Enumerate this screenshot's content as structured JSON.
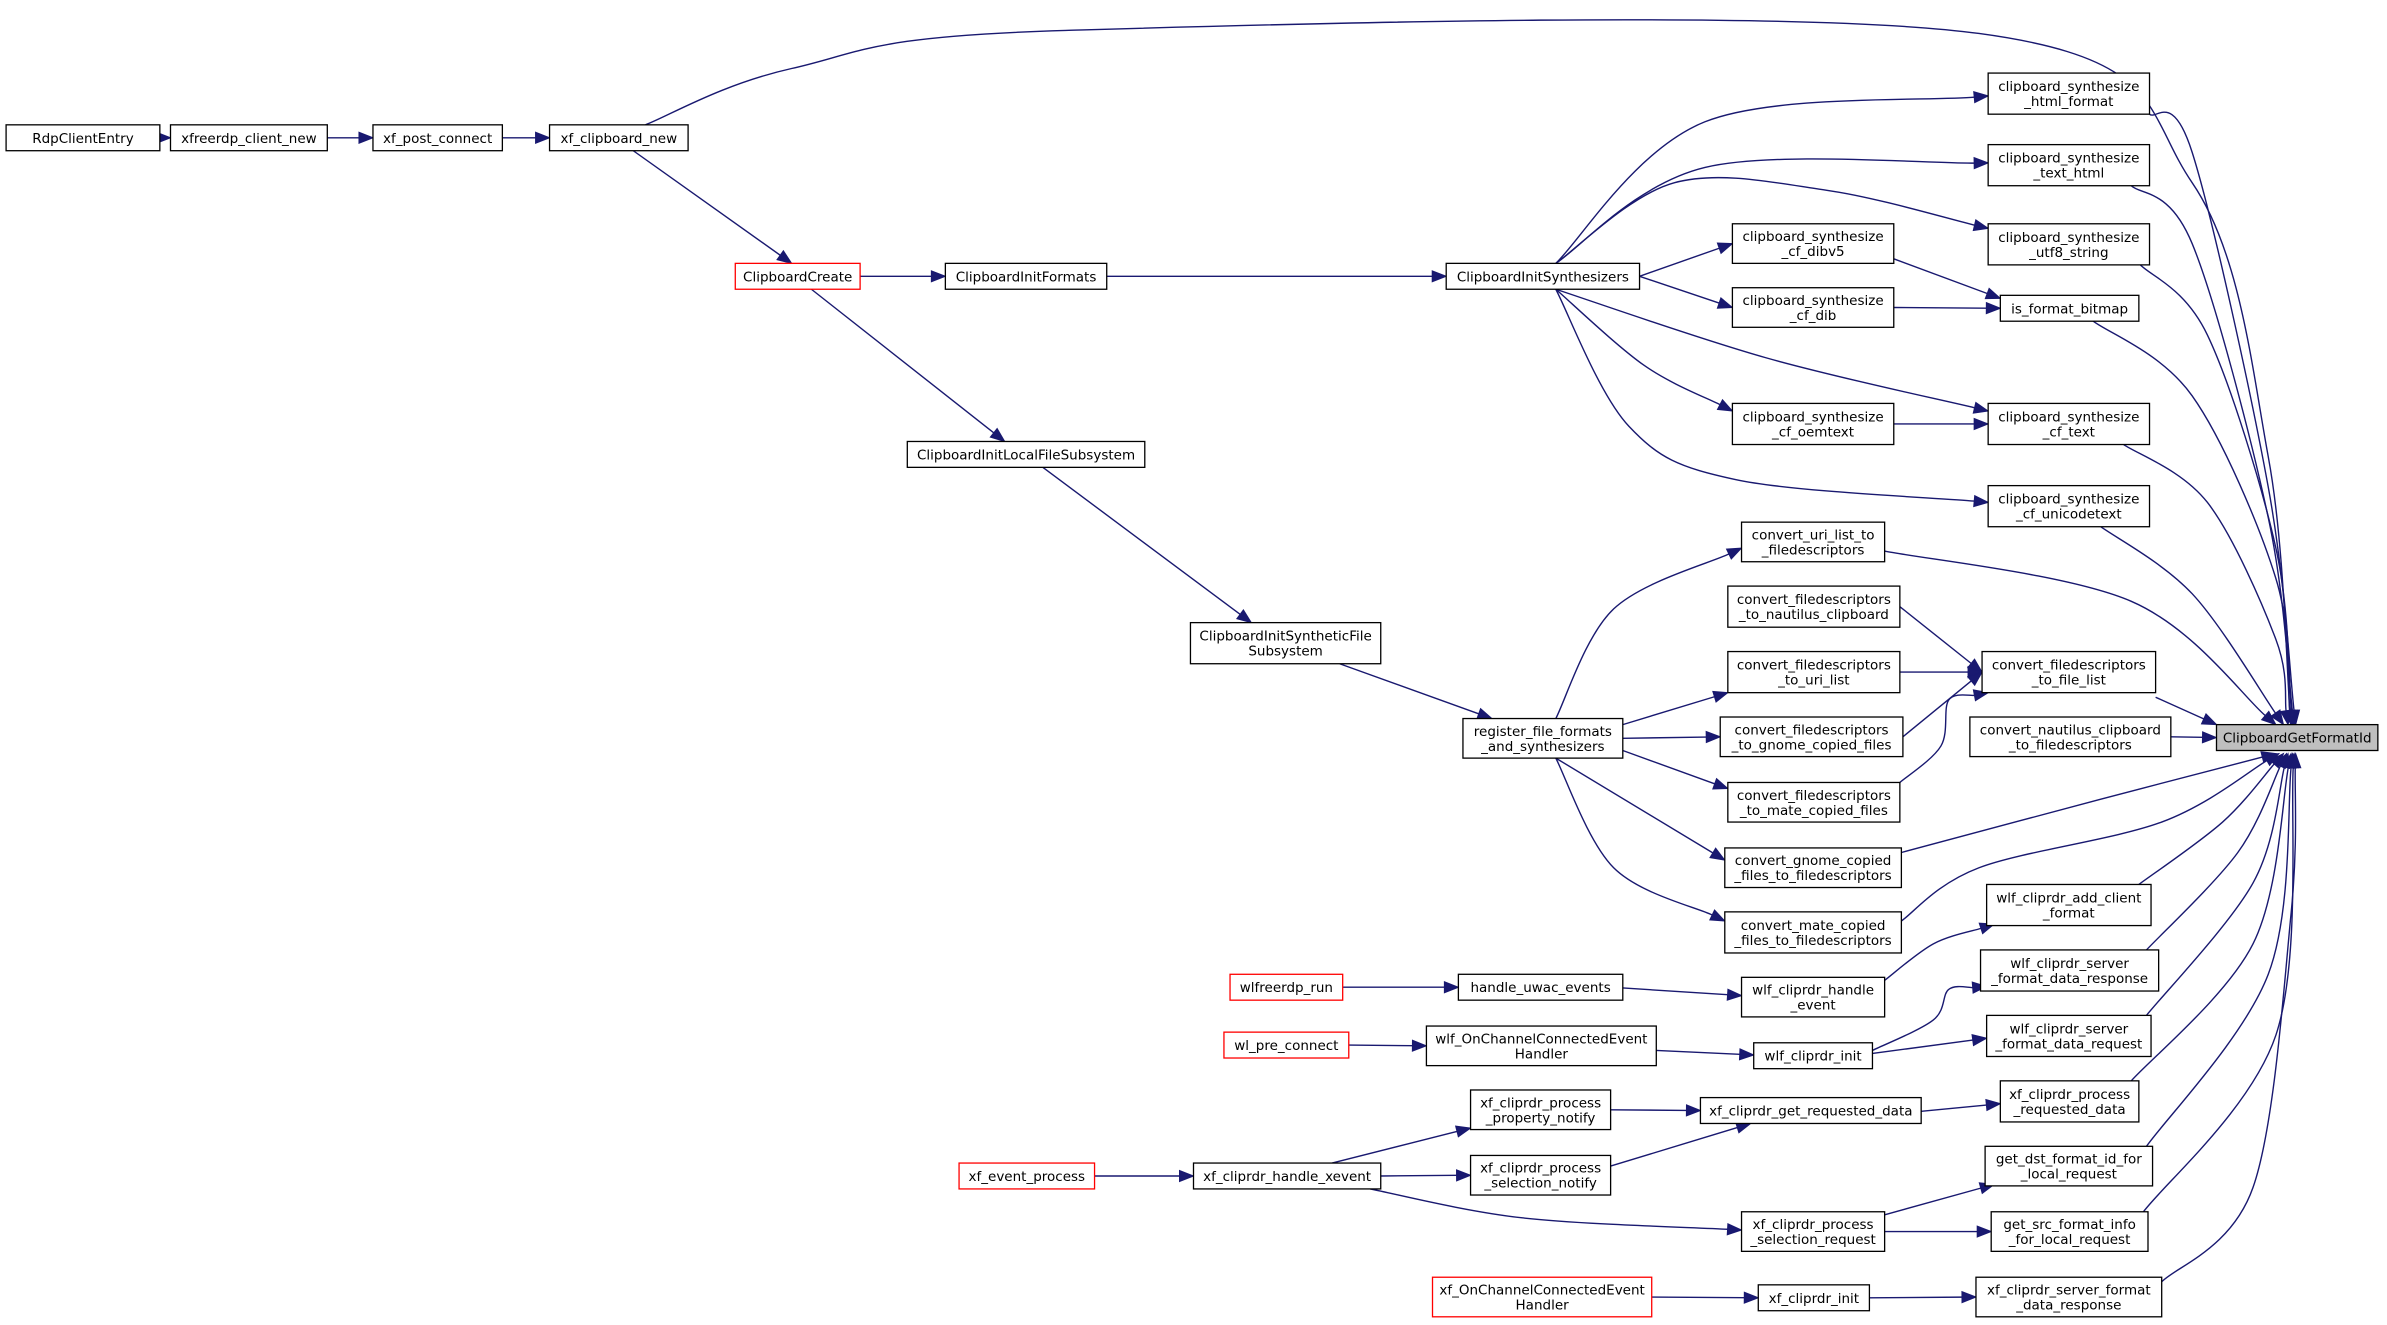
{
  "graph": {
    "target": "ClipboardGetFormatId",
    "nodes": {
      "rdp_client_entry": [
        "RdpClientEntry"
      ],
      "xfreerdp_client_new": [
        "xfreerdp_client_new"
      ],
      "xf_post_connect": [
        "xf_post_connect"
      ],
      "xf_clipboard_new": [
        "xf_clipboard_new"
      ],
      "clipboard_create": [
        "ClipboardCreate"
      ],
      "clipboard_init_formats": [
        "ClipboardInitFormats"
      ],
      "clipboard_init_synthesizers": [
        "ClipboardInitSynthesizers"
      ],
      "clipboard_init_local_file_subsystem": [
        "ClipboardInitLocalFileSubsystem"
      ],
      "clipboard_init_synthetic_file_subsystem": [
        "ClipboardInitSyntheticFile",
        "Subsystem"
      ],
      "register_file_formats": [
        "register_file_formats",
        "_and_synthesizers"
      ],
      "synth_cf_dibv5": [
        "clipboard_synthesize",
        "_cf_dibv5"
      ],
      "synth_cf_dib": [
        "clipboard_synthesize",
        "_cf_dib"
      ],
      "synth_cf_oemtext": [
        "clipboard_synthesize",
        "_cf_oemtext"
      ],
      "convert_uri_list": [
        "convert_uri_list_to",
        "_filedescriptors"
      ],
      "convert_fd_nautilus": [
        "convert_filedescriptors",
        "_to_nautilus_clipboard"
      ],
      "convert_fd_uri": [
        "convert_filedescriptors",
        "_to_uri_list"
      ],
      "convert_fd_gnome": [
        "convert_filedescriptors",
        "_to_gnome_copied_files"
      ],
      "convert_fd_mate": [
        "convert_filedescriptors",
        "_to_mate_copied_files"
      ],
      "convert_gnome_fd": [
        "convert_gnome_copied",
        "_files_to_filedescriptors"
      ],
      "convert_mate_fd": [
        "convert_mate_copied",
        "_files_to_filedescriptors"
      ],
      "synth_html_format": [
        "clipboard_synthesize",
        "_html_format"
      ],
      "synth_text_html": [
        "clipboard_synthesize",
        "_text_html"
      ],
      "synth_utf8_string": [
        "clipboard_synthesize",
        "_utf8_string"
      ],
      "is_format_bitmap": [
        "is_format_bitmap"
      ],
      "synth_cf_text": [
        "clipboard_synthesize",
        "_cf_text"
      ],
      "synth_cf_unicodetext": [
        "clipboard_synthesize",
        "_cf_unicodetext"
      ],
      "convert_fd_file_list": [
        "convert_filedescriptors",
        "_to_file_list"
      ],
      "convert_nautilus_fd": [
        "convert_nautilus_clipboard",
        "_to_filedescriptors"
      ],
      "wlf_add_client_format": [
        "wlf_cliprdr_add_client",
        "_format"
      ],
      "wlf_server_format_data_response": [
        "wlf_cliprdr_server",
        "_format_data_response"
      ],
      "wlf_server_format_data_request": [
        "wlf_cliprdr_server",
        "_format_data_request"
      ],
      "xf_process_requested_data": [
        "xf_cliprdr_process",
        "_requested_data"
      ],
      "get_dst_format_id": [
        "get_dst_format_id_for",
        "_local_request"
      ],
      "get_src_format_info": [
        "get_src_format_info",
        "_for_local_request"
      ],
      "xf_server_format_data_response": [
        "xf_cliprdr_server_format",
        "_data_response"
      ],
      "wlfreerdp_run": [
        "wlfreerdp_run"
      ],
      "handle_uwac_events": [
        "handle_uwac_events"
      ],
      "wlf_handle_event": [
        "wlf_cliprdr_handle",
        "_event"
      ],
      "wl_pre_connect": [
        "wl_pre_connect"
      ],
      "wlf_on_channel_connected": [
        "wlf_OnChannelConnectedEvent",
        "Handler"
      ],
      "wlf_cliprdr_init": [
        "wlf_cliprdr_init"
      ],
      "xf_process_property_notify": [
        "xf_cliprdr_process",
        "_property_notify"
      ],
      "xf_get_requested_data": [
        "xf_cliprdr_get_requested_data"
      ],
      "xf_event_process": [
        "xf_event_process"
      ],
      "xf_handle_xevent": [
        "xf_cliprdr_handle_xevent"
      ],
      "xf_process_selection_notify": [
        "xf_cliprdr_process",
        "_selection_notify"
      ],
      "xf_process_selection_request": [
        "xf_cliprdr_process",
        "_selection_request"
      ],
      "xf_on_channel_connected": [
        "xf_OnChannelConnectedEvent",
        "Handler"
      ],
      "xf_cliprdr_init": [
        "xf_cliprdr_init"
      ],
      "clipboard_get_format_id": [
        "ClipboardGetFormatId"
      ]
    },
    "red_nodes": [
      "clipboard_create",
      "wlfreerdp_run",
      "wl_pre_connect",
      "xf_event_process",
      "xf_on_channel_connected"
    ],
    "edges": [
      [
        "rdp_client_entry",
        "xfreerdp_client_new"
      ],
      [
        "xfreerdp_client_new",
        "xf_post_connect"
      ],
      [
        "xf_post_connect",
        "xf_clipboard_new"
      ],
      [
        "xf_clipboard_new",
        "clipboard_get_format_id"
      ],
      [
        "xf_clipboard_new",
        "clipboard_create"
      ],
      [
        "clipboard_create",
        "clipboard_init_formats"
      ],
      [
        "clipboard_create",
        "clipboard_init_local_file_subsystem"
      ],
      [
        "clipboard_init_formats",
        "clipboard_init_synthesizers"
      ],
      [
        "clipboard_init_local_file_subsystem",
        "clipboard_init_synthetic_file_subsystem"
      ],
      [
        "clipboard_init_synthetic_file_subsystem",
        "register_file_formats"
      ],
      [
        "clipboard_init_synthesizers",
        "synth_html_format"
      ],
      [
        "clipboard_init_synthesizers",
        "synth_text_html"
      ],
      [
        "clipboard_init_synthesizers",
        "synth_utf8_string"
      ],
      [
        "clipboard_init_synthesizers",
        "synth_cf_dibv5"
      ],
      [
        "clipboard_init_synthesizers",
        "synth_cf_dib"
      ],
      [
        "clipboard_init_synthesizers",
        "synth_cf_text"
      ],
      [
        "clipboard_init_synthesizers",
        "synth_cf_oemtext"
      ],
      [
        "clipboard_init_synthesizers",
        "synth_cf_unicodetext"
      ],
      [
        "synth_cf_dibv5",
        "is_format_bitmap"
      ],
      [
        "synth_cf_dib",
        "is_format_bitmap"
      ],
      [
        "synth_cf_oemtext",
        "synth_cf_text"
      ],
      [
        "register_file_formats",
        "convert_uri_list"
      ],
      [
        "register_file_formats",
        "convert_fd_uri"
      ],
      [
        "register_file_formats",
        "convert_fd_gnome"
      ],
      [
        "register_file_formats",
        "convert_fd_mate"
      ],
      [
        "register_file_formats",
        "convert_gnome_fd"
      ],
      [
        "register_file_formats",
        "convert_mate_fd"
      ],
      [
        "convert_fd_nautilus",
        "convert_fd_file_list"
      ],
      [
        "convert_fd_uri",
        "convert_fd_file_list"
      ],
      [
        "convert_fd_gnome",
        "convert_fd_file_list"
      ],
      [
        "convert_fd_mate",
        "convert_fd_file_list"
      ],
      [
        "synth_html_format",
        "clipboard_get_format_id"
      ],
      [
        "synth_text_html",
        "clipboard_get_format_id"
      ],
      [
        "synth_utf8_string",
        "clipboard_get_format_id"
      ],
      [
        "is_format_bitmap",
        "clipboard_get_format_id"
      ],
      [
        "synth_cf_text",
        "clipboard_get_format_id"
      ],
      [
        "synth_cf_unicodetext",
        "clipboard_get_format_id"
      ],
      [
        "convert_uri_list",
        "clipboard_get_format_id"
      ],
      [
        "convert_fd_file_list",
        "clipboard_get_format_id"
      ],
      [
        "convert_nautilus_fd",
        "clipboard_get_format_id"
      ],
      [
        "convert_gnome_fd",
        "clipboard_get_format_id"
      ],
      [
        "convert_mate_fd",
        "clipboard_get_format_id"
      ],
      [
        "wlfreerdp_run",
        "handle_uwac_events"
      ],
      [
        "handle_uwac_events",
        "wlf_handle_event"
      ],
      [
        "wlf_handle_event",
        "wlf_add_client_format"
      ],
      [
        "wl_pre_connect",
        "wlf_on_channel_connected"
      ],
      [
        "wlf_on_channel_connected",
        "wlf_cliprdr_init"
      ],
      [
        "wlf_cliprdr_init",
        "wlf_server_format_data_response"
      ],
      [
        "wlf_cliprdr_init",
        "wlf_server_format_data_request"
      ],
      [
        "wlf_add_client_format",
        "clipboard_get_format_id"
      ],
      [
        "wlf_server_format_data_response",
        "clipboard_get_format_id"
      ],
      [
        "wlf_server_format_data_request",
        "clipboard_get_format_id"
      ],
      [
        "xf_event_process",
        "xf_handle_xevent"
      ],
      [
        "xf_handle_xevent",
        "xf_process_property_notify"
      ],
      [
        "xf_handle_xevent",
        "xf_process_selection_notify"
      ],
      [
        "xf_handle_xevent",
        "xf_process_selection_request"
      ],
      [
        "xf_process_property_notify",
        "xf_get_requested_data"
      ],
      [
        "xf_process_selection_notify",
        "xf_get_requested_data"
      ],
      [
        "xf_get_requested_data",
        "xf_process_requested_data"
      ],
      [
        "xf_process_selection_request",
        "get_dst_format_id"
      ],
      [
        "xf_process_selection_request",
        "get_src_format_info"
      ],
      [
        "xf_process_requested_data",
        "clipboard_get_format_id"
      ],
      [
        "get_dst_format_id",
        "clipboard_get_format_id"
      ],
      [
        "get_src_format_info",
        "clipboard_get_format_id"
      ],
      [
        "xf_on_channel_connected",
        "xf_cliprdr_init"
      ],
      [
        "xf_cliprdr_init",
        "xf_server_format_data_response"
      ],
      [
        "xf_server_format_data_response",
        "clipboard_get_format_id"
      ]
    ]
  }
}
